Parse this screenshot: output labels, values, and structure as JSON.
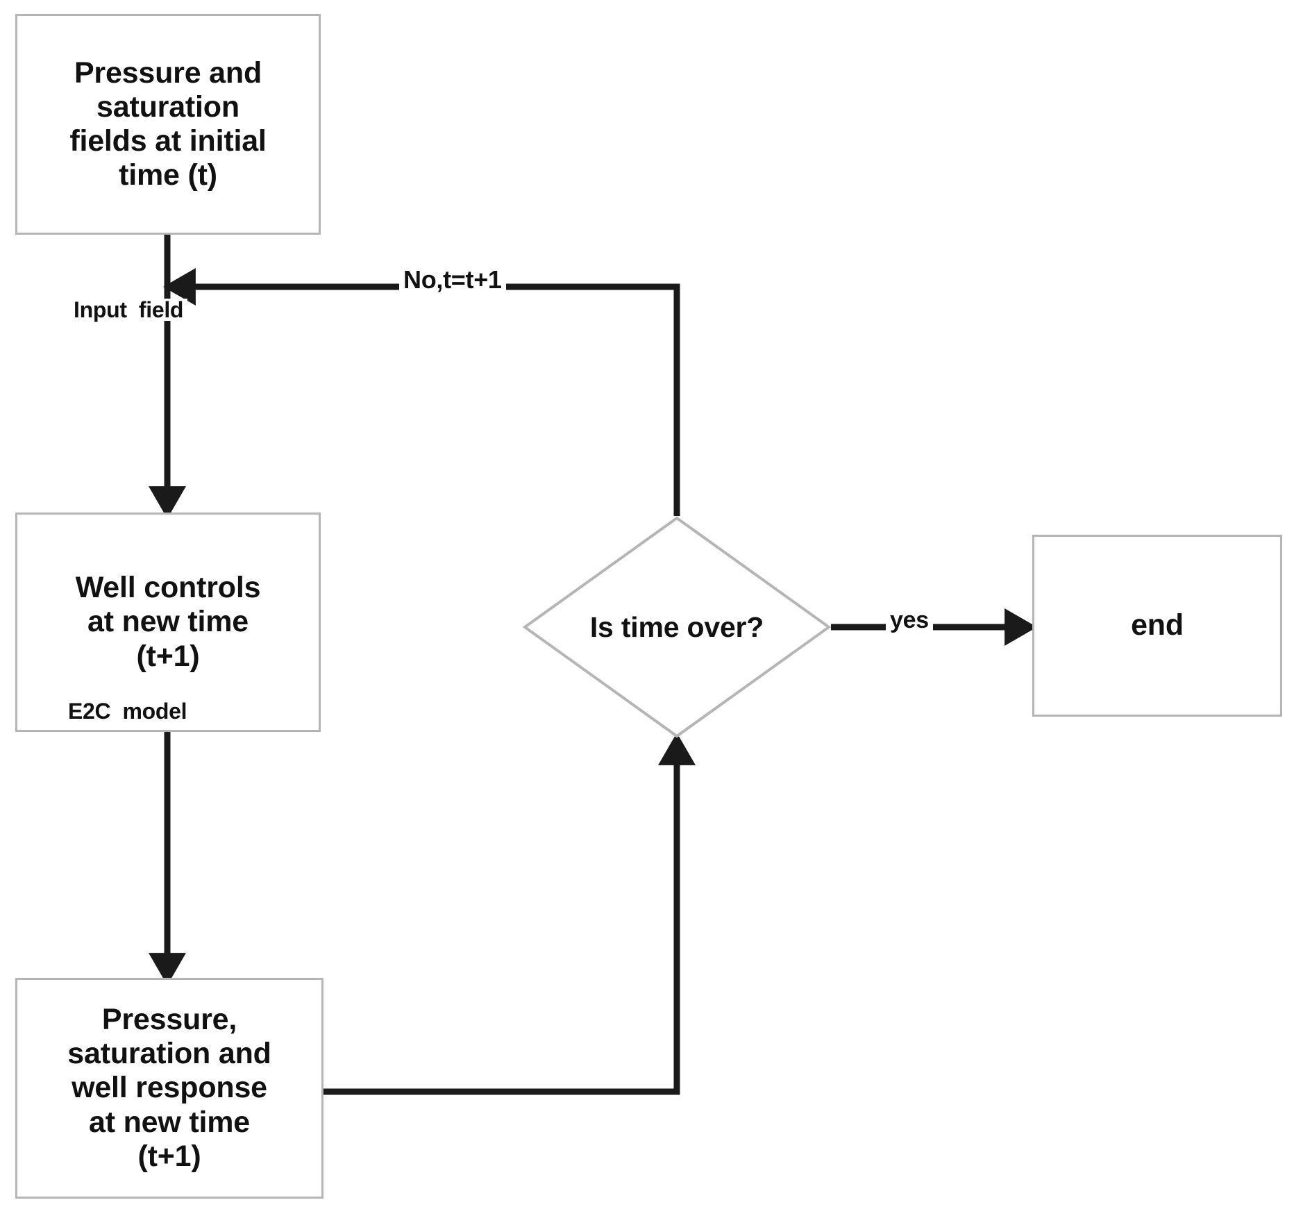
{
  "diagram": {
    "title": "E2C model simulation loop flowchart",
    "type": "flowchart",
    "background_color": "#ffffff",
    "node_border_color": "#b5b5b5",
    "edge_color": "#1a1a1a",
    "text_color": "#111111"
  },
  "nodes": {
    "initial_state": {
      "shape": "rectangle",
      "text": "Pressure and\nsaturation\nfields at initial\ntime (t)"
    },
    "well_controls": {
      "shape": "rectangle",
      "text": "Well controls\nat new time\n(t+1)"
    },
    "response": {
      "shape": "rectangle",
      "text": "Pressure,\nsaturation and\nwell response\nat new time\n(t+1)"
    },
    "decision": {
      "shape": "diamond",
      "text": "Is time over?"
    },
    "end": {
      "shape": "rectangle",
      "text": "end"
    }
  },
  "edge_labels": {
    "no_increment": "No,t=t+1",
    "input_field": "Input  field",
    "e2c_model": "E2C  model",
    "yes": "yes"
  }
}
